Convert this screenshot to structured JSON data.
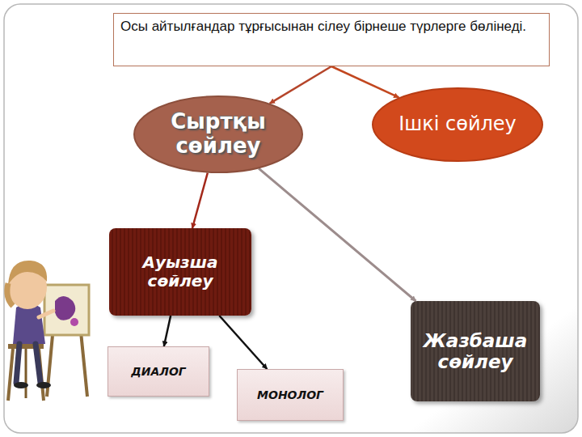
{
  "diagram": {
    "nodes": [
      {
        "text": [
          "Осы айтылғандар тұрғысынан сілеу бірнеше түрлерге бөлінеді."
        ]
      },
      {
        "text": [
          "Сыртқы сөйлеу"
        ]
      },
      {
        "text": [
          "Ішкі сөйлеу"
        ]
      },
      {
        "text": [
          "Ауызша сөйлеу"
        ]
      },
      {
        "text": [
          "ДИАЛОГ"
        ]
      },
      {
        "text": [
          "МОНОЛОГ"
        ]
      },
      {
        "text": [
          "Жазбаша сөйлеу"
        ]
      }
    ],
    "edges": [
      {
        "from": 0,
        "to": 1,
        "arrow": "to"
      },
      {
        "from": 0,
        "to": 2,
        "arrow": "to"
      },
      {
        "from": 1,
        "to": 3,
        "arrow": "to"
      },
      {
        "from": 1,
        "to": 6,
        "arrow": "to"
      },
      {
        "from": 3,
        "to": 4,
        "arrow": "to"
      },
      {
        "from": 3,
        "to": 5,
        "arrow": "to"
      }
    ]
  }
}
